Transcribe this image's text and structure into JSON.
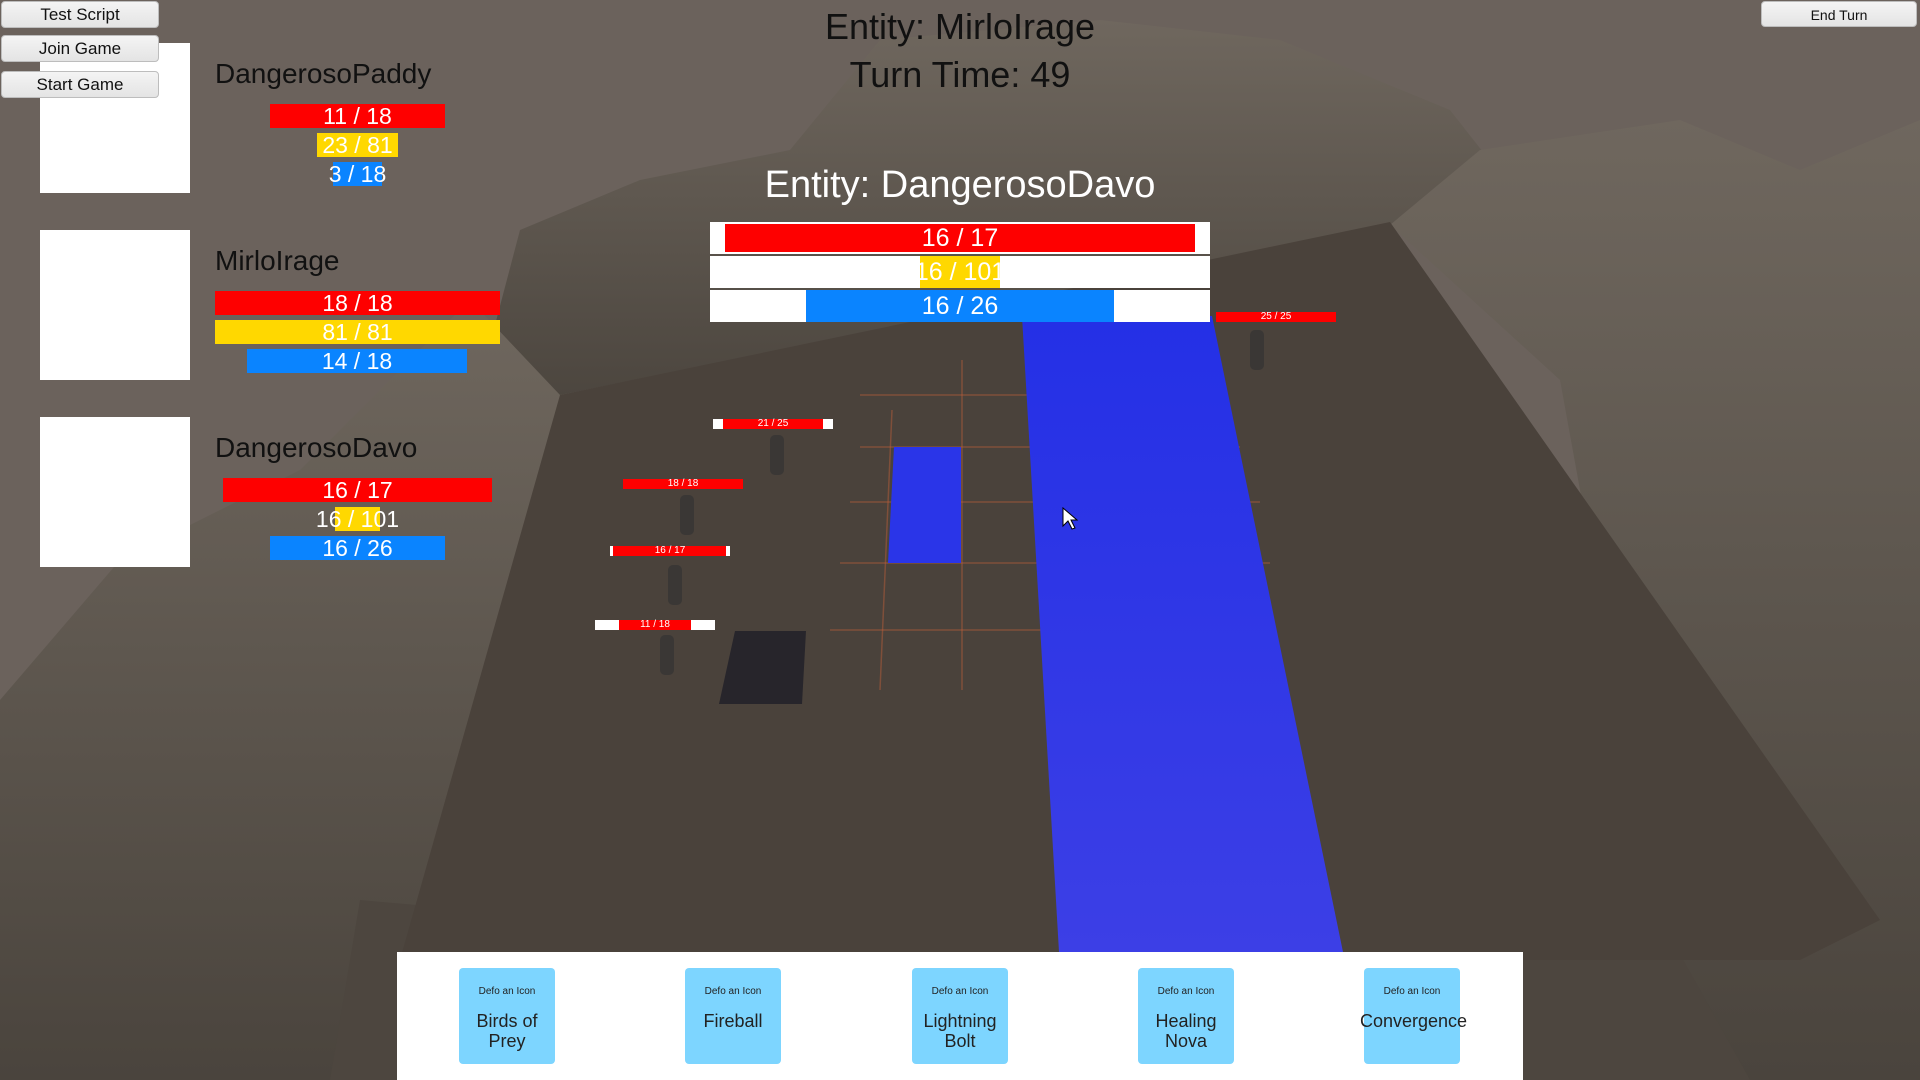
{
  "buttons": {
    "test_script": "Test Script",
    "join_game": "Join Game",
    "start_game": "Start Game",
    "end_turn": "End Turn"
  },
  "hud": {
    "current_entity": "Entity: MirloIrage",
    "turn_time": "Turn Time: 49"
  },
  "players": [
    {
      "name": "DangerosoPaddy",
      "health": "11 / 18",
      "mana": "23 / 81",
      "action": "3 / 18",
      "health_frac": 0.61,
      "mana_frac": 0.28,
      "action_frac": 0.17
    },
    {
      "name": "MirloIrage",
      "health": "18 / 18",
      "mana": "81 / 81",
      "action": "14 / 18",
      "health_frac": 1,
      "mana_frac": 1,
      "action_frac": 0.78
    },
    {
      "name": "DangerosoDavo",
      "health": "16 / 17",
      "mana": "16 / 101",
      "action": "16 / 26",
      "health_frac": 0.94,
      "mana_frac": 0.16,
      "action_frac": 0.62
    }
  ],
  "selected": {
    "title": "Entity: DangerosoDavo",
    "health": "16 / 17",
    "mana": "16 / 101",
    "action": "16 / 26"
  },
  "unit_bars": [
    {
      "label": "21 / 25",
      "frac": 0.84
    },
    {
      "label": "18 / 18",
      "frac": 1
    },
    {
      "label": "16 / 17",
      "frac": 0.94
    },
    {
      "label": "11 / 18",
      "frac": 0.61
    },
    {
      "label": "25 / 25",
      "frac": 1
    }
  ],
  "abilities": [
    {
      "icon": "Defo an Icon",
      "label": "Birds of Prey"
    },
    {
      "icon": "Defo an Icon",
      "label": "Fireball"
    },
    {
      "icon": "Defo an Icon",
      "label": "Lightning Bolt"
    },
    {
      "icon": "Defo an Icon",
      "label": "Healing Nova"
    },
    {
      "icon": "Defo an Icon",
      "label": "Convergence"
    }
  ],
  "colors": {
    "health": "#fe0000",
    "mana": "#ffd800",
    "action": "#0a84ff",
    "highlight": "#2a35e8",
    "card": "#7dd5ff"
  }
}
